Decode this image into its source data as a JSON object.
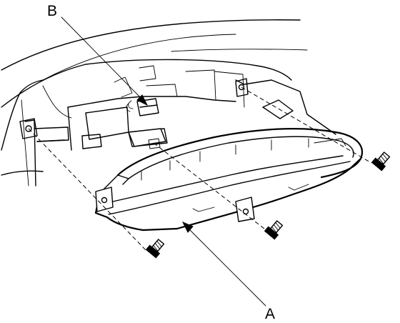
{
  "callouts": {
    "a": "A",
    "b": "B"
  },
  "parts": {
    "gauge_assembly": "gauge-assembly",
    "connector": "connector",
    "screw": "screw-icon"
  }
}
